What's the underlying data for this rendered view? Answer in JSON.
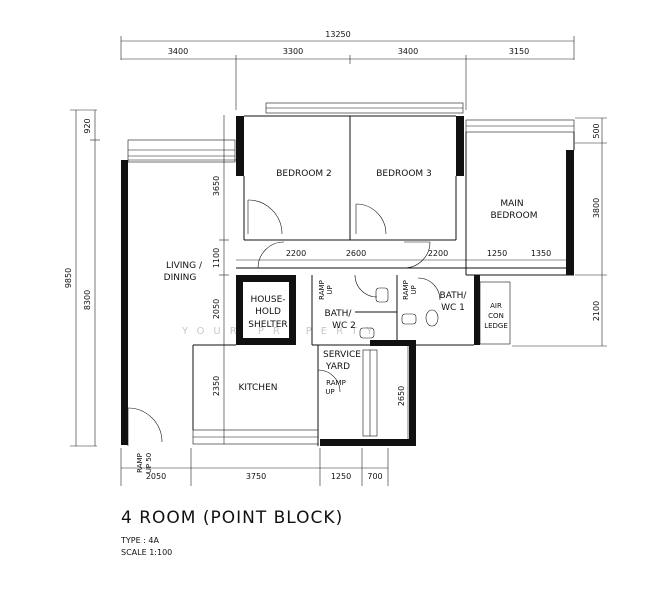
{
  "title": "4 ROOM (POINT BLOCK)",
  "type_line": "TYPE : 4A",
  "scale_line": "SCALE 1:100",
  "watermark": "YOUR PROPERTY",
  "rooms": {
    "bedroom2": "BEDROOM 2",
    "bedroom3": "BEDROOM 3",
    "main_bedroom_1": "MAIN",
    "main_bedroom_2": "BEDROOM",
    "living_1": "LIVING /",
    "living_2": "DINING",
    "shelter_1": "HOUSE-",
    "shelter_2": "HOLD",
    "shelter_3": "SHELTER",
    "bath2_1": "BATH/",
    "bath2_2": "WC 2",
    "bath1_1": "BATH/",
    "bath1_2": "WC 1",
    "aircon_1": "AIR",
    "aircon_2": "CON",
    "aircon_3": "LEDGE",
    "service_1": "SERVICE",
    "service_2": "YARD",
    "kitchen": "KITCHEN",
    "ramp_1": "RAMP",
    "ramp_2": "UP",
    "ramp50_1": "RAMP",
    "ramp50_2": "UP 50"
  },
  "dims": {
    "overall_width": "13250",
    "top": [
      "3400",
      "3300",
      "3400",
      "3150"
    ],
    "mid": [
      "2200",
      "2600",
      "2200",
      "1250",
      "1350"
    ],
    "bottom": [
      "2050",
      "3750",
      "1250",
      "700"
    ],
    "left_overall": "9850",
    "left_outer": [
      "920",
      "8300"
    ],
    "left_inner": [
      "3650",
      "1100",
      "2050",
      "2350"
    ],
    "right": [
      "500",
      "3800",
      "2100"
    ],
    "yard_height": "2650"
  }
}
